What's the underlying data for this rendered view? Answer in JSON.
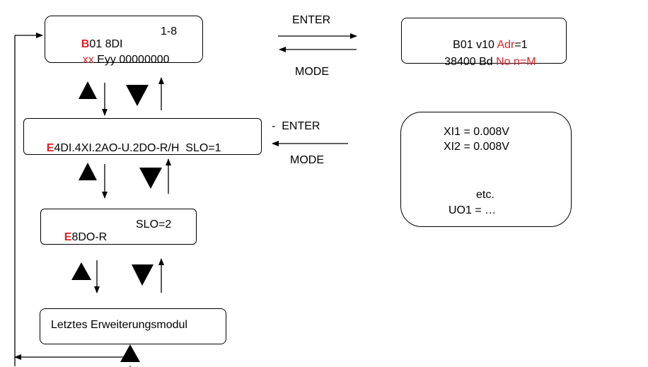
{
  "colors": {
    "accent": "#e31e24",
    "line": "#000000"
  },
  "box_b01": {
    "line1_prefix": "B",
    "line1_rest": "01 8DI",
    "line1_range": "1-8",
    "line2_prefix": "xx",
    "line2_rest": " Eyy 00000000"
  },
  "box_info": {
    "line1_main": "B01 v10 ",
    "line1_red": "Adr",
    "line1_end": "=1",
    "line2_main": "38400 Bd ",
    "line2_red": "No n=M"
  },
  "box_e4": {
    "prefix": "E",
    "rest": "4DI.4XI.2AO-U.2DO-R/H  SLO=1"
  },
  "box_e8": {
    "prefix": "E",
    "rest": "8DO-R",
    "slo": "SLO=2"
  },
  "box_last": {
    "label": "Letztes Erweiterungsmodul"
  },
  "box_values": {
    "line1": "XI1 = 0.008V",
    "line2": "XI2 = 0.008V",
    "line3": "etc.",
    "line4": "UO1 = …"
  },
  "labels": {
    "enter_top": "ENTER",
    "mode_top": "MODE",
    "enter_mid": "-  ENTER",
    "mode_mid": "MODE"
  },
  "icons": [
    "up-triangle-icon",
    "down-triangle-icon",
    "arrow-up-icon",
    "arrow-down-icon"
  ]
}
